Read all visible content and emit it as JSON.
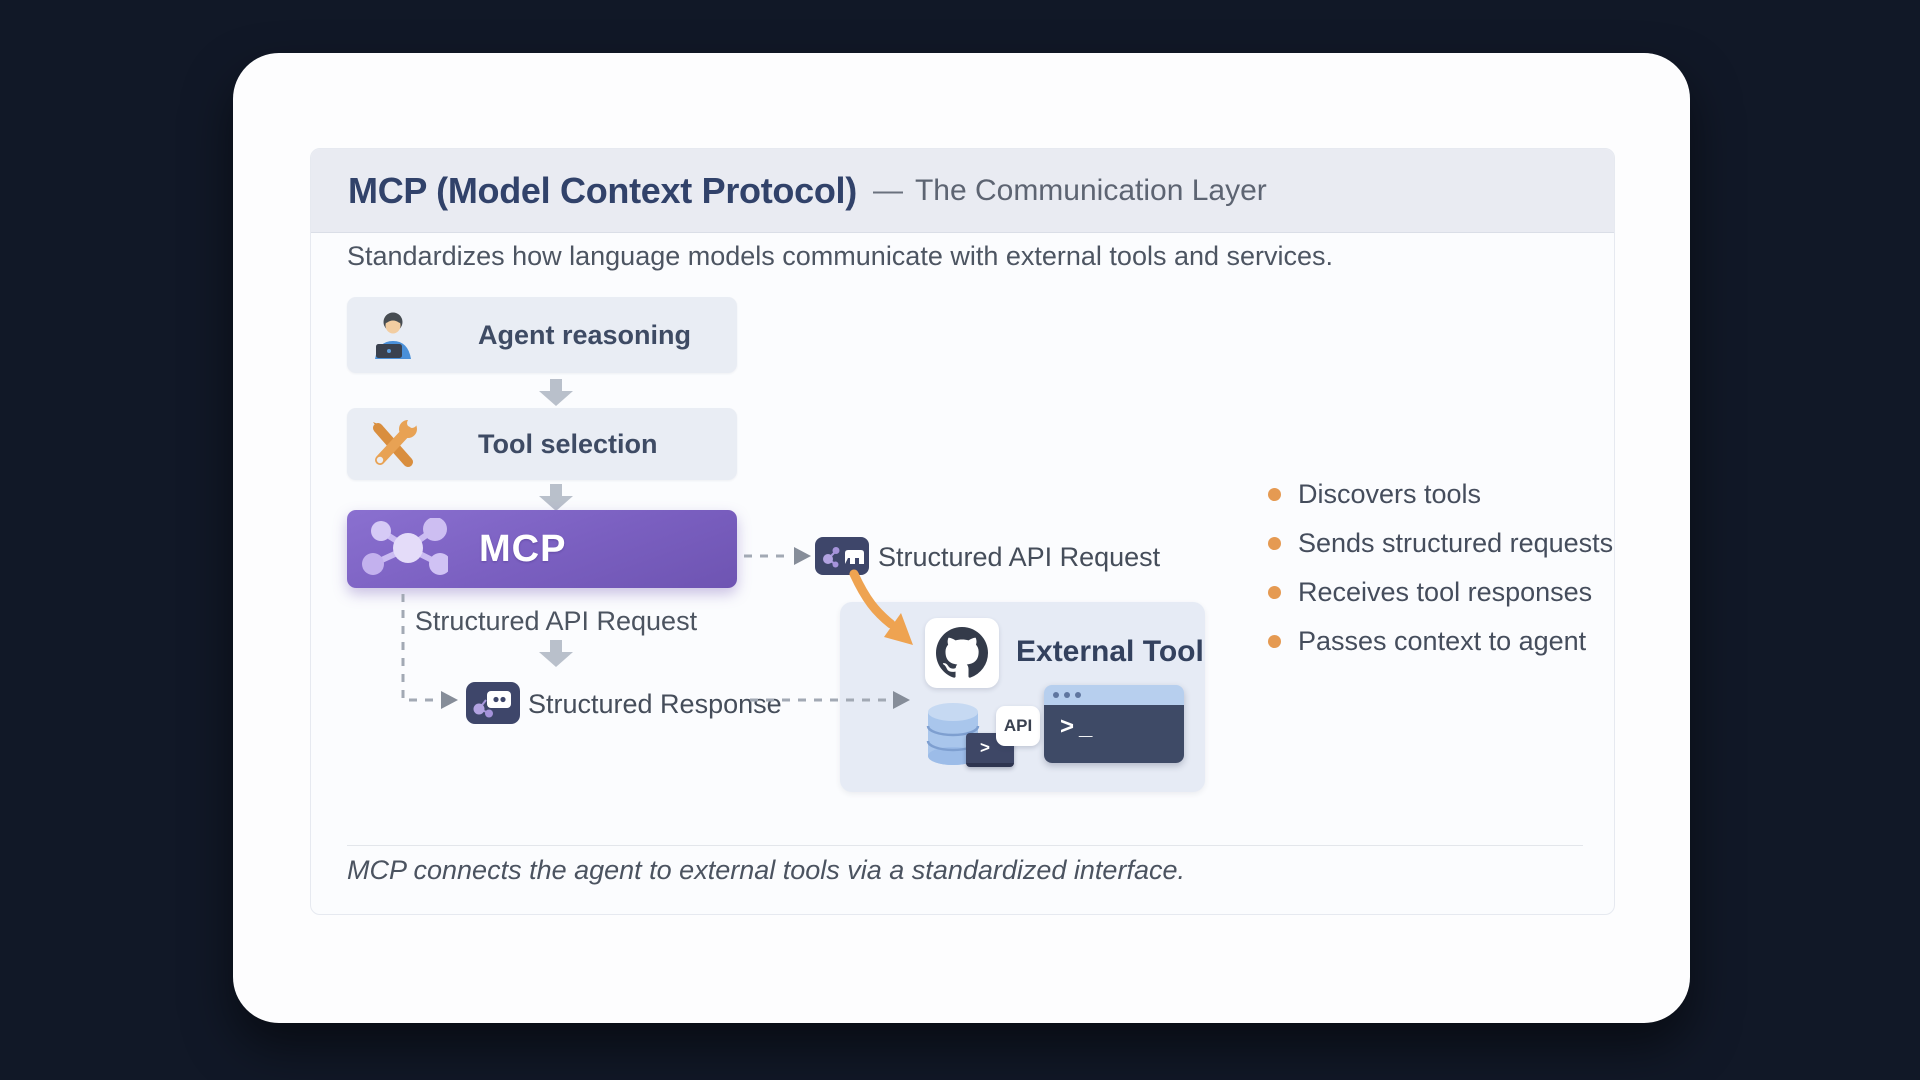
{
  "header": {
    "title": "MCP (Model Context Protocol)",
    "separator": "—",
    "subtitle": "The Communication Layer"
  },
  "description": "Standardizes how language models communicate with external tools and services.",
  "flow": {
    "steps": [
      {
        "label": "Agent reasoning",
        "icon": "person-laptop-icon"
      },
      {
        "label": "Tool selection",
        "icon": "crossed-tools-icon"
      },
      {
        "label": "MCP",
        "icon": "network-nodes-icon"
      }
    ],
    "request_badge_label": "Structured API Request",
    "request_under_label": "Structured API Request",
    "response_label": "Structured Response"
  },
  "external": {
    "title": "External Tool",
    "api_badge": "API",
    "terminal_prompt": ">_",
    "mini_terminal_prompt": ">",
    "icons": [
      "github-icon",
      "database-icon",
      "terminal-icon"
    ]
  },
  "mcp_capabilities": [
    "Discovers tools",
    "Sends structured requests",
    "Receives tool responses",
    "Passes context to agent"
  ],
  "footer_note": "MCP connects the agent to external tools via a standardized interface.",
  "colors": {
    "background": "#111827",
    "card": "#fdfdfe",
    "header_band": "#e9ebf2",
    "step_box": "#e9edf4",
    "mcp_purple": "#7a5fc0",
    "badge_navy": "#3e466a",
    "bullet_orange": "#e59a52",
    "arrow_gray": "#a2a9b4"
  }
}
